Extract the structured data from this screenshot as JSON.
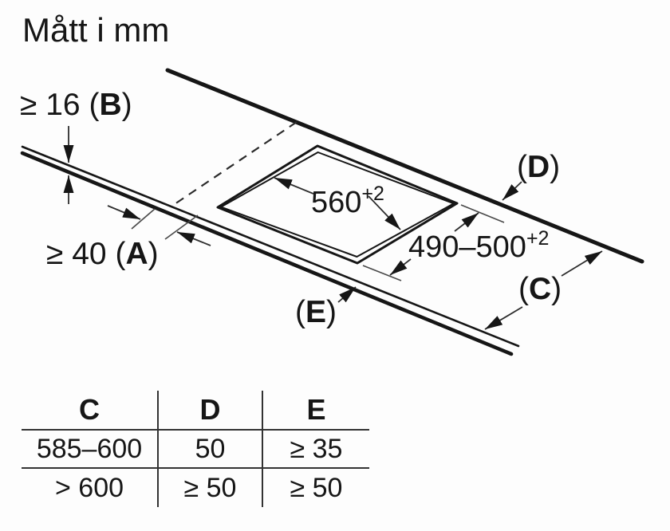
{
  "title": "Mått i mm",
  "diagram": {
    "dim_b": {
      "prefix": "≥ 16 (",
      "letter": "B",
      "suffix": ")"
    },
    "dim_a": {
      "prefix": "≥ 40 (",
      "letter": "A",
      "suffix": ")"
    },
    "dim_width": {
      "value": "560",
      "tolerance": "+2"
    },
    "dim_depth": {
      "value": "490–500",
      "tolerance": "+2"
    },
    "label_d": {
      "prefix": "(",
      "letter": "D",
      "suffix": ")"
    },
    "label_c": {
      "prefix": "(",
      "letter": "C",
      "suffix": ")"
    },
    "label_e": {
      "prefix": "(",
      "letter": "E",
      "suffix": ")"
    }
  },
  "table": {
    "headers": [
      "C",
      "D",
      "E"
    ],
    "rows": [
      [
        "585–600",
        "50",
        "≥ 35"
      ],
      [
        "> 600",
        "≥ 50",
        "≥ 50"
      ]
    ]
  },
  "colors": {
    "ink": "#161616",
    "leader": "#2e2e2e",
    "tick": "#4a4a4a",
    "background": "#fdfdfd"
  }
}
